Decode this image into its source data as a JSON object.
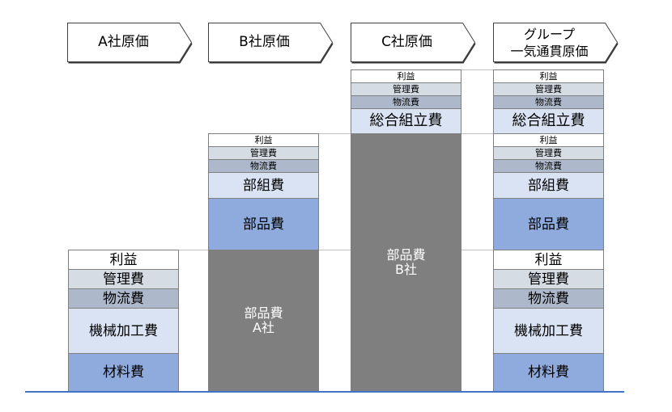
{
  "palette": {
    "profit": "#FFFFFF",
    "management": "#D6DCE4",
    "logistics": "#ADB9CA",
    "processing": "#DAE3F3",
    "materials": "#8FAADC",
    "supplier": "#7F7F7F",
    "baseline": "#4472C4"
  },
  "headers": [
    {
      "label": "A社原価"
    },
    {
      "label": "B社原価"
    },
    {
      "label": "C社原価"
    },
    {
      "label_line1": "グループ",
      "label_line2": "一気通貫原価"
    }
  ],
  "columns": [
    {
      "name": "A社",
      "segments": [
        {
          "label": "利益",
          "kind": "profit"
        },
        {
          "label": "管理費",
          "kind": "management"
        },
        {
          "label": "物流費",
          "kind": "logistics"
        },
        {
          "label": "機械加工費",
          "kind": "processing"
        },
        {
          "label": "材料費",
          "kind": "materials"
        }
      ]
    },
    {
      "name": "B社",
      "segments": [
        {
          "label": "利益",
          "kind": "profit"
        },
        {
          "label": "管理費",
          "kind": "management"
        },
        {
          "label": "物流費",
          "kind": "logistics"
        },
        {
          "label": "部組費",
          "kind": "processing"
        },
        {
          "label": "部品費",
          "kind": "materials"
        },
        {
          "label": "部品費",
          "label_line2": "A社",
          "kind": "supplier"
        }
      ]
    },
    {
      "name": "C社",
      "segments": [
        {
          "label": "利益",
          "kind": "profit"
        },
        {
          "label": "管理費",
          "kind": "management"
        },
        {
          "label": "物流費",
          "kind": "logistics"
        },
        {
          "label": "総合組立費",
          "kind": "processing"
        },
        {
          "label": "部品費",
          "label_line2": "B社",
          "kind": "supplier"
        }
      ]
    },
    {
      "name": "グループ",
      "segments": [
        {
          "label": "利益",
          "kind": "profit"
        },
        {
          "label": "管理費",
          "kind": "management"
        },
        {
          "label": "物流費",
          "kind": "logistics"
        },
        {
          "label": "総合組立費",
          "kind": "processing"
        },
        {
          "label": "利益",
          "kind": "profit"
        },
        {
          "label": "管理費",
          "kind": "management"
        },
        {
          "label": "物流費",
          "kind": "logistics"
        },
        {
          "label": "部組費",
          "kind": "processing"
        },
        {
          "label": "部品費",
          "kind": "materials"
        },
        {
          "label": "利益",
          "kind": "profit"
        },
        {
          "label": "管理費",
          "kind": "management"
        },
        {
          "label": "物流費",
          "kind": "logistics"
        },
        {
          "label": "機械加工費",
          "kind": "processing"
        },
        {
          "label": "材料費",
          "kind": "materials"
        }
      ]
    }
  ]
}
